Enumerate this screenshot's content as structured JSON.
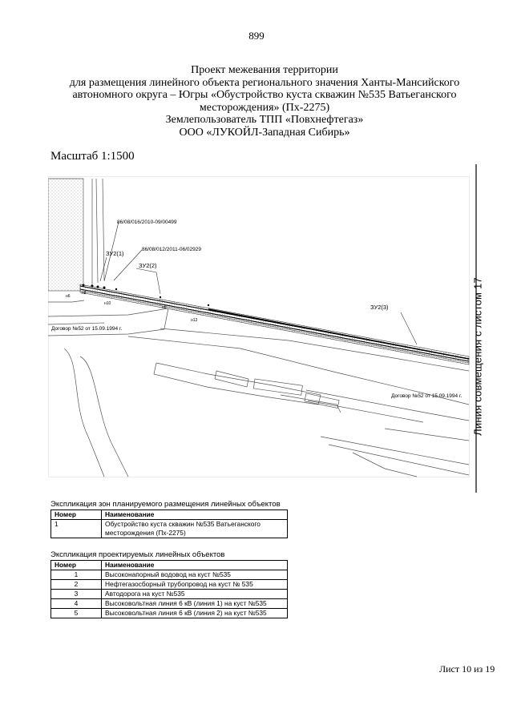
{
  "page_number": "899",
  "title_lines": [
    "Проект межевания территории",
    "для размещения линейного объекта регионального значения Ханты-Мансийского",
    "автономного округа – Югры «Обустройство куста скважин №535 Ватьеганского",
    "месторождения» (Пх-2275)",
    "Землепользователь ТПП «Повхнефтегаз»",
    "ООО «ЛУКОЙЛ-Западная Сибирь»"
  ],
  "scale": "Масштаб 1:1500",
  "map": {
    "side_label": "Линия совмещения с листом 17",
    "parcel_1": "86/08/016/2010-09/00499",
    "parcel_2": "86/08/012/2011-06/02929",
    "zu_1": "ЗУ2(1)",
    "zu_2": "ЗУ2(2)",
    "zu_3": "ЗУ2(3)",
    "contract_1": "Договор №52 от 15.09.1994 г.",
    "contract_2": "Договор №52 от 15.09.1994 г.",
    "point_a": "н6",
    "point_b": "н8",
    "point_c": "н10",
    "point_d": "н13",
    "point_e": "н9"
  },
  "zones_table": {
    "caption": "Экспликация зон планируемого размещения линейных объектов",
    "headers": [
      "Номер",
      "Наименование"
    ],
    "rows": [
      {
        "number": "1",
        "name_line1": "Обустройство куста скважин №535 Ватьеганского",
        "name_line2": "месторождения  (Пх-2275)"
      }
    ]
  },
  "objects_table": {
    "caption": "Экспликация проектируемых линейных объектов",
    "headers": [
      "Номер",
      "Наименование"
    ],
    "rows": [
      {
        "number": "1",
        "name": "Высоконапорный  водовод на куст  №535"
      },
      {
        "number": "2",
        "name": "Нефтегазосборный  трубопровод  на куст № 535"
      },
      {
        "number": "3",
        "name": "Автодорога  на куст №535"
      },
      {
        "number": "4",
        "name": "Высоковольтная  линия 6 кВ (линия 1)  на куст №535"
      },
      {
        "number": "5",
        "name": "Высоковольтная  линия 6 кВ (линия 2)  на куст №535"
      }
    ]
  },
  "footer": "Лист 10 из 19"
}
